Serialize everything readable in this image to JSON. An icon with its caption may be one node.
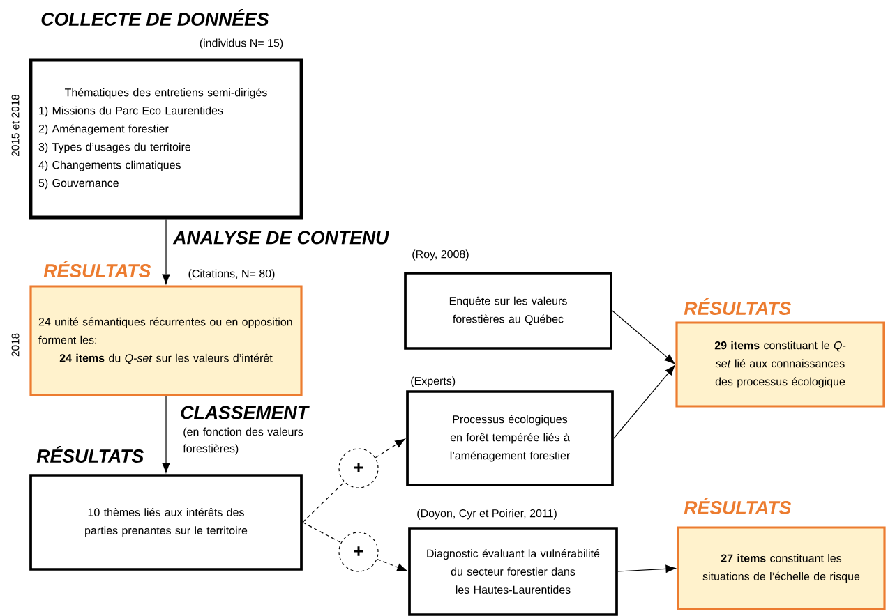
{
  "diagram": {
    "nodes": [
      {
        "text": [
          "Thématiques des entretiens semi-dirigés",
          "1) Missions du Parc Eco Laurentides",
          "2) Aménagement forestier",
          "3) Types d’usages du territoire",
          "4) Changements climatiques",
          "5) Gouvernance"
        ],
        "beside": [
          "(individus N= 15)"
        ]
      },
      {
        "text": [
          "24 unité sémantiques récurrentes ou en opposition forment les:",
          "**24 items** du *Q-set* sur les valeurs d’intérêt"
        ],
        "beside": [
          "RÉSULTATS",
          "(Citations, N= 80)"
        ]
      },
      {
        "text": [
          "10 thèmes liés aux intérêts des parties prenantes sur le territoire"
        ],
        "beside": [
          "RÉSULTATS"
        ]
      },
      {
        "text": [
          "Enquête sur les valeurs forestières au Québec"
        ],
        "beside": [
          "(Roy, 2008)"
        ]
      },
      {
        "text": [
          "**29 items** constituant le *Q-set* lié aux connaissances des processus écologique"
        ],
        "beside": [
          "RÉSULTATS"
        ]
      },
      {
        "text": [
          "Processus écologiques en forêt tempérée liés à l’aménagement forestier"
        ],
        "beside": [
          "(Experts)"
        ]
      },
      {
        "text": [
          "+"
        ]
      },
      {
        "text": [
          "+"
        ]
      },
      {
        "text": [
          "Diagnostic évaluant la vulnérabilité du secteur forestier dans les Hautes-Laurentides"
        ],
        "beside": [
          "(Doyon, Cyr et Poirier, 2011)"
        ]
      },
      {
        "text": [
          "**27 items** constituant les situations de l’échelle de risque"
        ],
        "beside": [
          "RÉSULTATS"
        ]
      }
    ],
    "edges": [
      {
        "from": 0,
        "to": 1,
        "arrow": "to"
      },
      {
        "from": 1,
        "to": 2,
        "arrow": "to"
      },
      {
        "from": 3,
        "to": 4,
        "arrow": "to"
      },
      {
        "from": 5,
        "to": 4,
        "arrow": "to"
      },
      {
        "from": 2,
        "to": 6,
        "arrow": "none",
        "style": "dashed"
      },
      {
        "from": 6,
        "to": 5,
        "arrow": "to",
        "style": "dashed"
      },
      {
        "from": 2,
        "to": 7,
        "arrow": "none",
        "style": "dashed"
      },
      {
        "from": 7,
        "to": 8,
        "arrow": "to",
        "style": "dashed"
      },
      {
        "from": 8,
        "to": 9,
        "arrow": "to"
      }
    ],
    "labels": [
      "COLLECTE DE DONNÉES",
      "2015 et 2018",
      "ANALYSE DE CONTENU",
      "2018",
      "CLASSEMENT",
      "(en fonction des valeurs forestières)"
    ]
  }
}
